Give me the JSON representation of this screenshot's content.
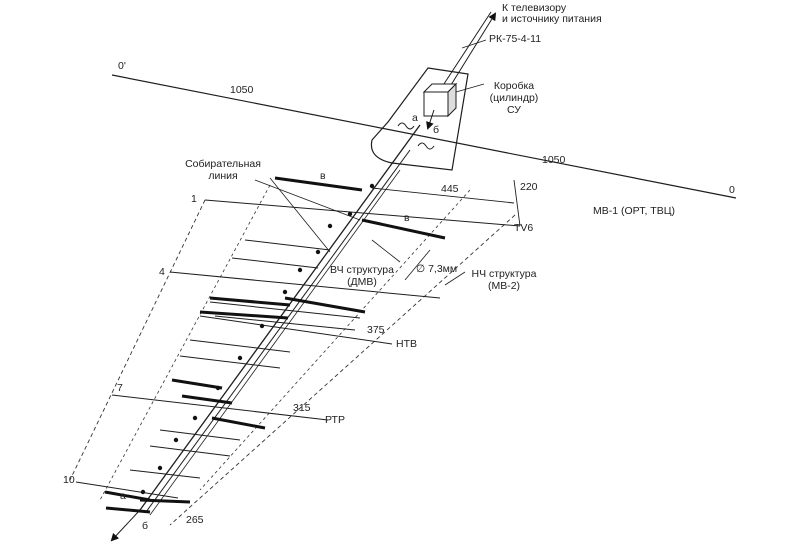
{
  "labels": {
    "to_tv": "К телевизору",
    "to_power": "и источнику питания",
    "cable": "РК-75-4-11",
    "box_line1": "Коробка",
    "box_line2": "(цилиндр)",
    "box_line3": "СУ",
    "axis_start": "0'",
    "axis_end": "0",
    "dim_left_1050": "1050",
    "dim_right_1050": "1050",
    "collecting_line1": "Собирательная",
    "collecting_line2": "линия",
    "mv1": "МВ-1 (ОРТ, ТВЦ)",
    "dim_445": "445",
    "dim_220": "220",
    "tv6": "TV6",
    "hf_line1": "ВЧ структура",
    "hf_line2": "(ДМВ)",
    "diameter": "∅ 7,3мм",
    "lf_line1": "НЧ структура",
    "lf_line2": "(МВ-2)",
    "dim_375": "375",
    "ntv": "НТВ",
    "dim_315": "315",
    "rtr": "РТР",
    "dim_265": "265",
    "elem_1": "1",
    "elem_4": "4",
    "elem_7": "7",
    "elem_10": "10",
    "pt_a_top": "а",
    "pt_b_top": "б",
    "pt_v_1": "в",
    "pt_v_2": "в",
    "pt_a_bot": "а",
    "pt_b_bot": "б"
  },
  "colors": {
    "line": "#1e1e1e",
    "dashed": "#333333",
    "element": "#111111"
  }
}
